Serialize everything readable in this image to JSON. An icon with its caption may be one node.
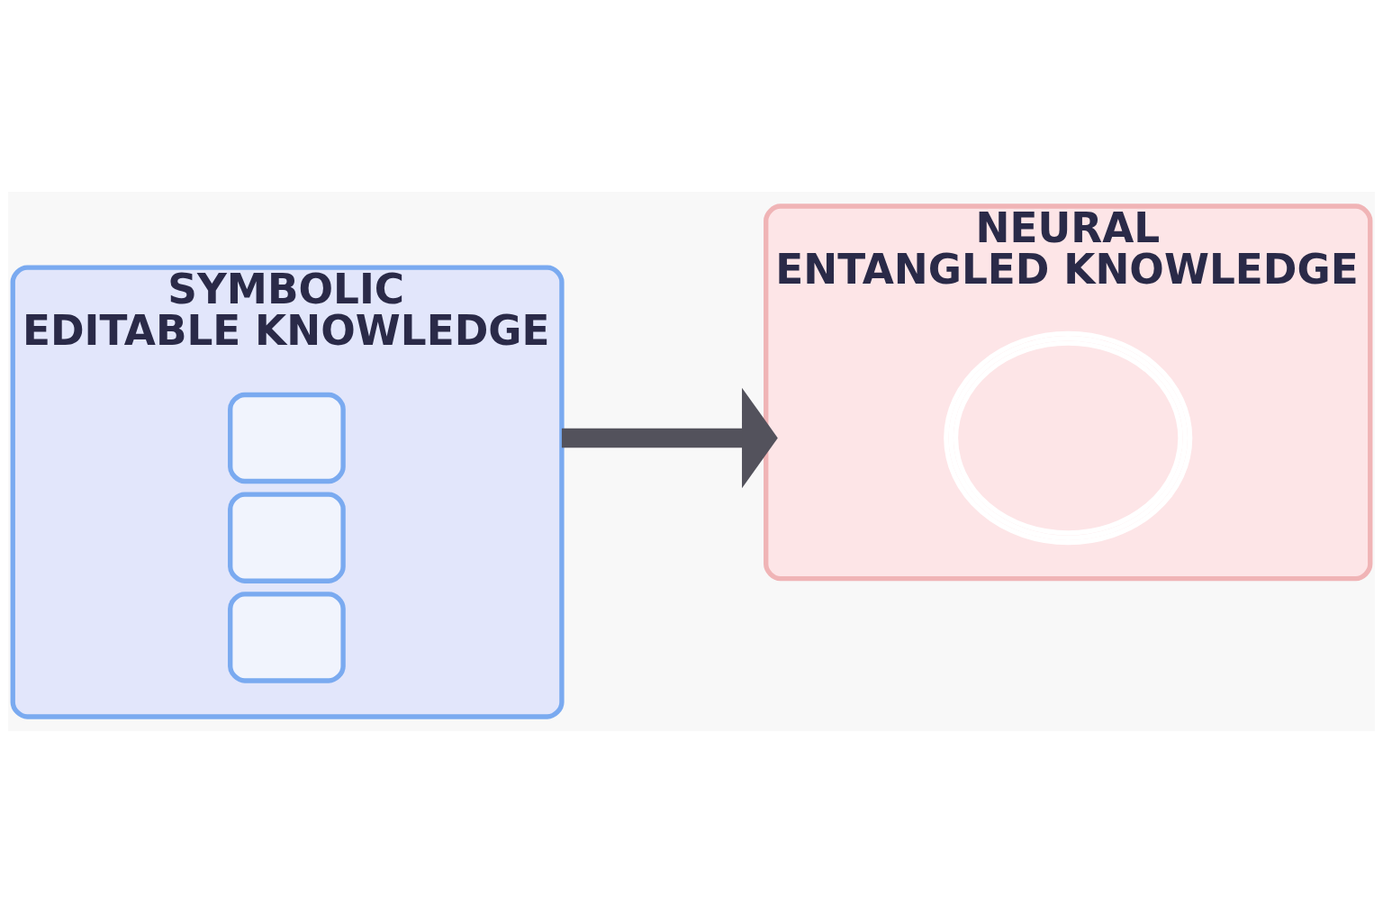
{
  "diagram": {
    "nodes": [
      {
        "text": [
          "SYMBOLIC",
          "EDITABLE KNOWLEDGE"
        ]
      },
      {
        "text": [],
        "shape": "box",
        "in": 0
      },
      {
        "text": [],
        "shape": "box",
        "in": 0
      },
      {
        "text": [],
        "shape": "box",
        "in": 0
      },
      {
        "text": [
          "NEURAL",
          "ENTANGLED KNOWLEDGE"
        ]
      },
      {
        "text": [],
        "shape": "picture",
        "in": 4
      }
    ],
    "edges": [
      {
        "from": 0,
        "to": 4,
        "arrow": "to"
      }
    ]
  }
}
